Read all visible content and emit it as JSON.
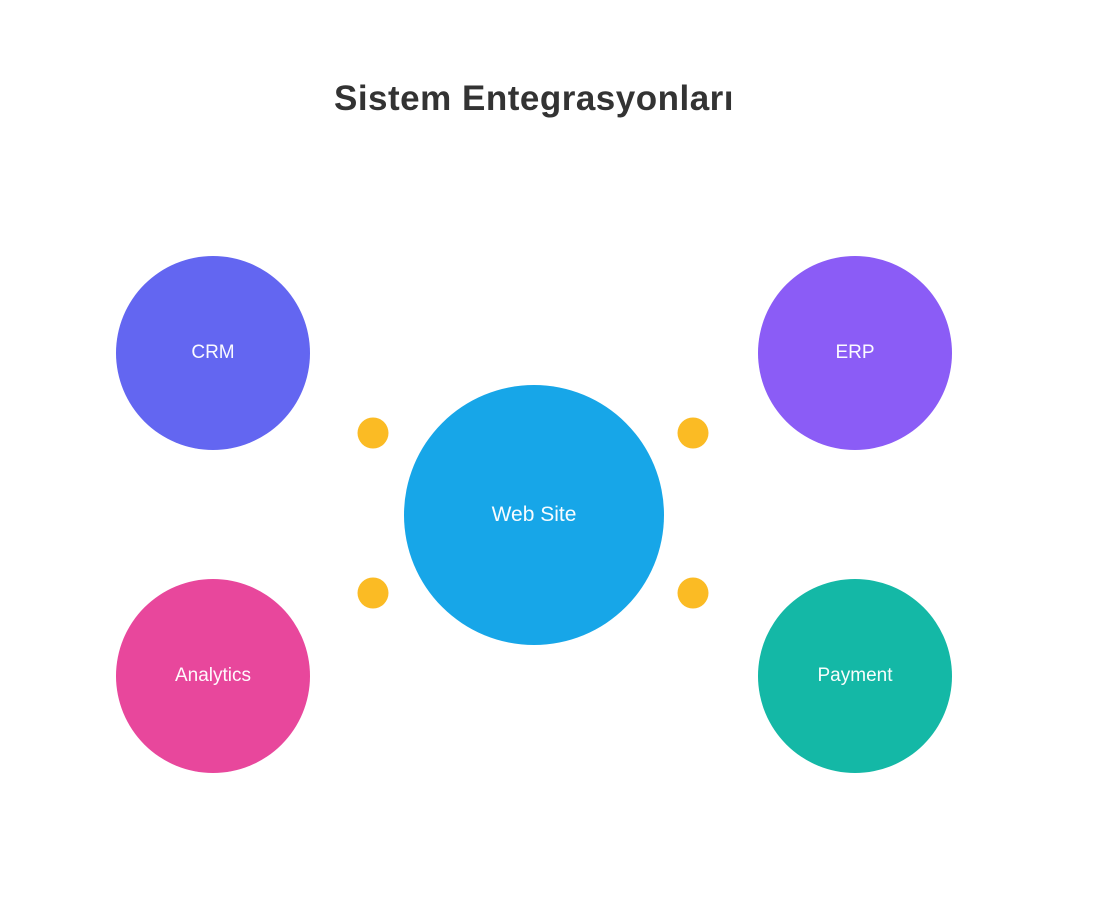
{
  "title": "Sistem Entegrasyonları",
  "center_node": {
    "label": "Web Site",
    "color": "#17A6E8"
  },
  "nodes": [
    {
      "id": "crm",
      "label": "CRM",
      "color": "#6366F1"
    },
    {
      "id": "erp",
      "label": "ERP",
      "color": "#8B5CF6"
    },
    {
      "id": "analytics",
      "label": "Analytics",
      "color": "#E8479C"
    },
    {
      "id": "payment",
      "label": "Payment",
      "color": "#14B8A6"
    }
  ],
  "connector_dot_color": "#FBBB24",
  "background_color": "#FFFFFF",
  "title_color": "#333333"
}
